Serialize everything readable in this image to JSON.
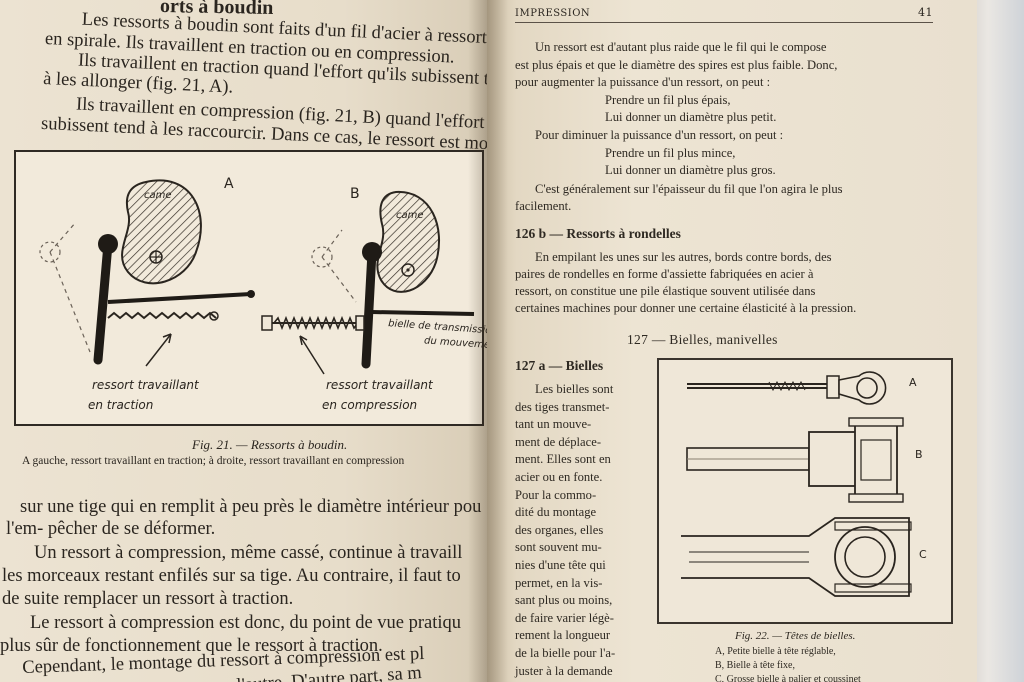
{
  "left_page": {
    "header_fragment": "orts à boudin",
    "para1": [
      "Les ressorts à boudin sont faits d'un fil d'acier à ressort enro",
      "en spirale. Ils travaillent en traction ou en compression.",
      "Ils travaillent en traction quand l'effort qu'ils subissent ten",
      "à les allonger (fig. 21, A)."
    ],
    "para2": [
      "Ils travaillent en compression (fig. 21, B) quand l'effort qu",
      "subissent tend à les raccourcir. Dans ce cas, le ressort est mo"
    ],
    "figure": {
      "label_a": "A",
      "label_b": "B",
      "cam_label": "came",
      "bielle_label_1": "bielle de transmission",
      "bielle_label_2": "du mouvement",
      "traction_label_1": "ressort travaillant",
      "traction_label_2": "en traction",
      "compression_label_1": "ressort travaillant",
      "compression_label_2": "en compression"
    },
    "caption_title": "Fig. 21. — Ressorts à boudin.",
    "caption_text": "A gauche, ressort travaillant en traction; à droite, ressort travaillant en compression",
    "para3": [
      "sur une tige qui en remplit à peu près le diamètre intérieur pou",
      "l'em- pêcher de se déformer."
    ],
    "para4": [
      "Un ressort à compression, même cassé, continue à travaill",
      "les morceaux restant enfilés sur sa tige. Au contraire, il faut to",
      "de suite remplacer un ressort à traction."
    ],
    "para5": [
      "Le ressort à compression est donc, du point de vue pratiqu",
      "plus sûr de fonctionnement que le ressort à traction.",
      "Cependant, le montage du ressort à compression est pl",
      "l'autre. D'autre part, sa m"
    ]
  },
  "right_page": {
    "running_head": "IMPRESSION",
    "page_number": "41",
    "para1": [
      "Un ressort est d'autant plus raide que le fil qui le compose",
      "est plus épais et que le diamètre des spires est plus faible. Donc,",
      "pour augmenter la puissance d'un ressort, on peut :"
    ],
    "list1": [
      "Prendre un fil plus épais,",
      "Lui donner un diamètre plus petit."
    ],
    "para2": "Pour diminuer la puissance d'un ressort, on peut :",
    "list2": [
      "Prendre un fil plus mince,",
      "Lui donner un diamètre plus gros."
    ],
    "para3": [
      "C'est généralement sur l'épaisseur du fil que l'on agira le plus",
      "facilement."
    ],
    "section_126b": "126 b — Ressorts à rondelles",
    "para4": [
      "En empilant les unes sur les autres, bords contre bords, des",
      "paires de rondelles en forme d'assiette fabriquées en acier à",
      "ressort, on constitue une pile élastique souvent utilisée dans",
      "certaines machines pour donner une certaine élasticité à la pression."
    ],
    "section_127": "127 — Bielles, manivelles",
    "section_127a": "127 a — Bielles",
    "bielles_col": [
      "Les bielles sont",
      "des tiges transmet-",
      "tant un mouve-",
      "ment de déplace-",
      "ment. Elles sont en",
      "acier ou en fonte.",
      "Pour la commo-",
      "dité du montage",
      "des organes, elles",
      "sont souvent mu-",
      "nies d'une tête qui",
      "permet, en la vis-",
      "sant plus ou moins,",
      "de faire varier légè-",
      "rement la longueur",
      "de la bielle pour l'a-",
      "juster à la demande"
    ],
    "fig22": {
      "label_a": "A",
      "label_b": "B",
      "label_c": "C",
      "caption_title": "Fig. 22. — Têtes de bielles.",
      "caption_a": "A, Petite bielle à tête réglable,",
      "caption_b": "B, Bielle à tête fixe,",
      "caption_c": "C, Grosse bielle à palier et coussinet"
    }
  }
}
